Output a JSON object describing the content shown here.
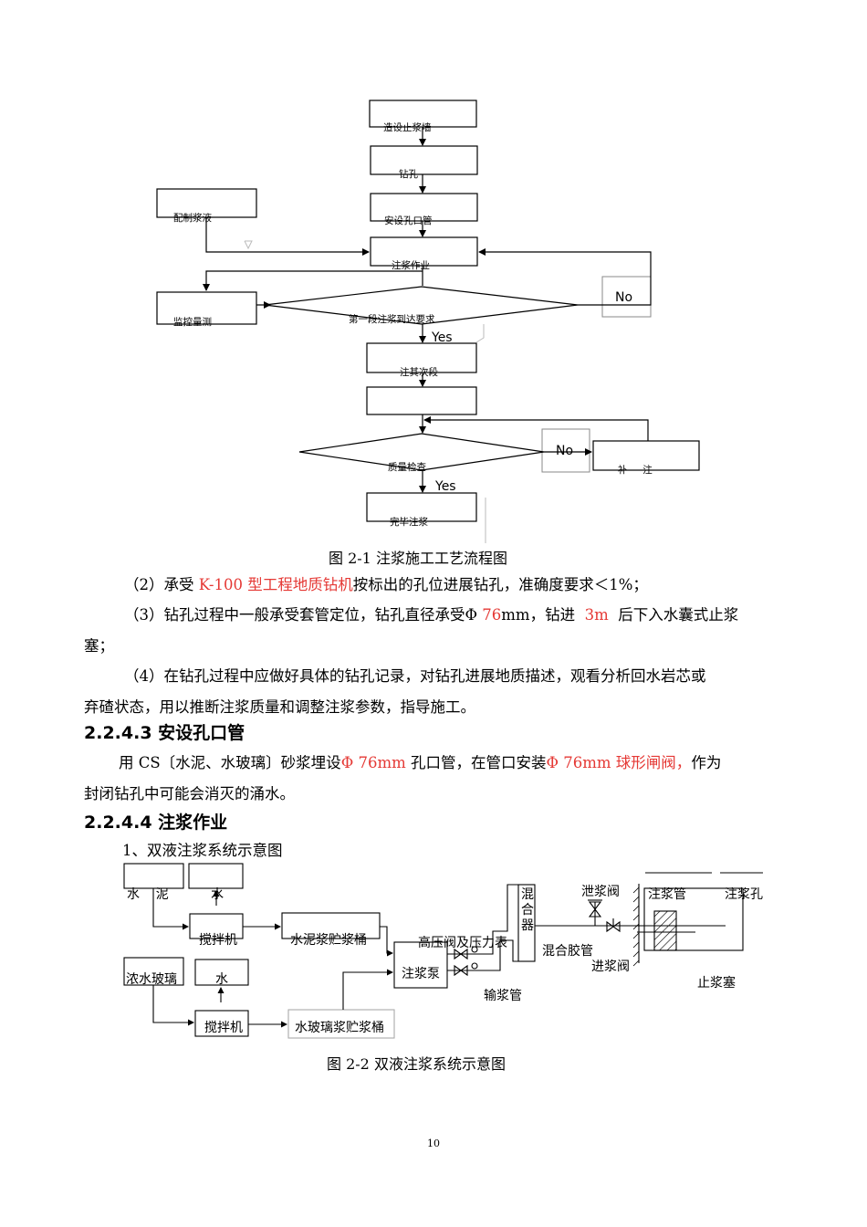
{
  "flow1": {
    "nodes": {
      "n1": "造设止浆墙",
      "n2": "钻孔",
      "n3": "安设孔口管",
      "n4": "配制浆液",
      "n5": "注浆作业",
      "n6": "监控量测",
      "d1": "第一段注浆到达要求",
      "n7": "注其次段",
      "d2": "质量检查",
      "n9": "补     注",
      "n10": "完毕注浆"
    },
    "yes": "Yes",
    "no": "No",
    "caption": "图 2-1  注浆施工工艺流程图"
  },
  "para2": {
    "a": "（2）承受 ",
    "b": "K-100 型工程地质钻机",
    "c": "按标出的孔位进展钻孔，准确度要求＜1%；"
  },
  "para3": {
    "a": "（3）钻孔过程中一般承受套管定位，钻孔直径承受Φ ",
    "b": "76",
    "c": "mm，钻进  ",
    "d": "3m",
    "e": "  后下入水囊式止浆",
    "f": "塞；"
  },
  "para4": {
    "a": "（4）在钻孔过程中应做好具体的钻孔记录，对钻孔进展地质描述，观看分析回水岩芯或",
    "b": "弃碴状态，用以推断注浆质量和调整注浆参数，指导施工。"
  },
  "h243": "2.2.4.3 安设孔口管",
  "para5": {
    "a": "用 CS〔水泥、水玻璃〕砂浆埋设",
    "b": "Φ 76mm",
    "c": " 孔口管，在管口安装",
    "d": "Φ 76mm 球形闸阀，",
    "e": "作为",
    "f": "封闭钻孔中可能会消灭的涌水。"
  },
  "h244": "2.2.4.4 注浆作业",
  "sub1": "1、双液注浆系统示意图",
  "flow2": {
    "cement": "水    泥",
    "water1": "水",
    "mixer1": "搅拌机",
    "tank1": "水泥浆贮浆桶",
    "glass": "浓水玻璃",
    "water2": "水",
    "mixer2": "搅拌机",
    "tank2": "水玻璃浆贮浆桶",
    "pump": "注浆泵",
    "hpvalve": "高压阀及压力表",
    "mixer_dev": "混合器",
    "hose": "混合胶管",
    "delivery": "输浆管",
    "relief": "泄浆阀",
    "inlet": "进浆阀",
    "grout_pipe": "注浆管",
    "grout_hole": "注浆孔",
    "plug": "止浆塞",
    "caption": "图 2-2  双液注浆系统示意图"
  },
  "page_number": "10"
}
